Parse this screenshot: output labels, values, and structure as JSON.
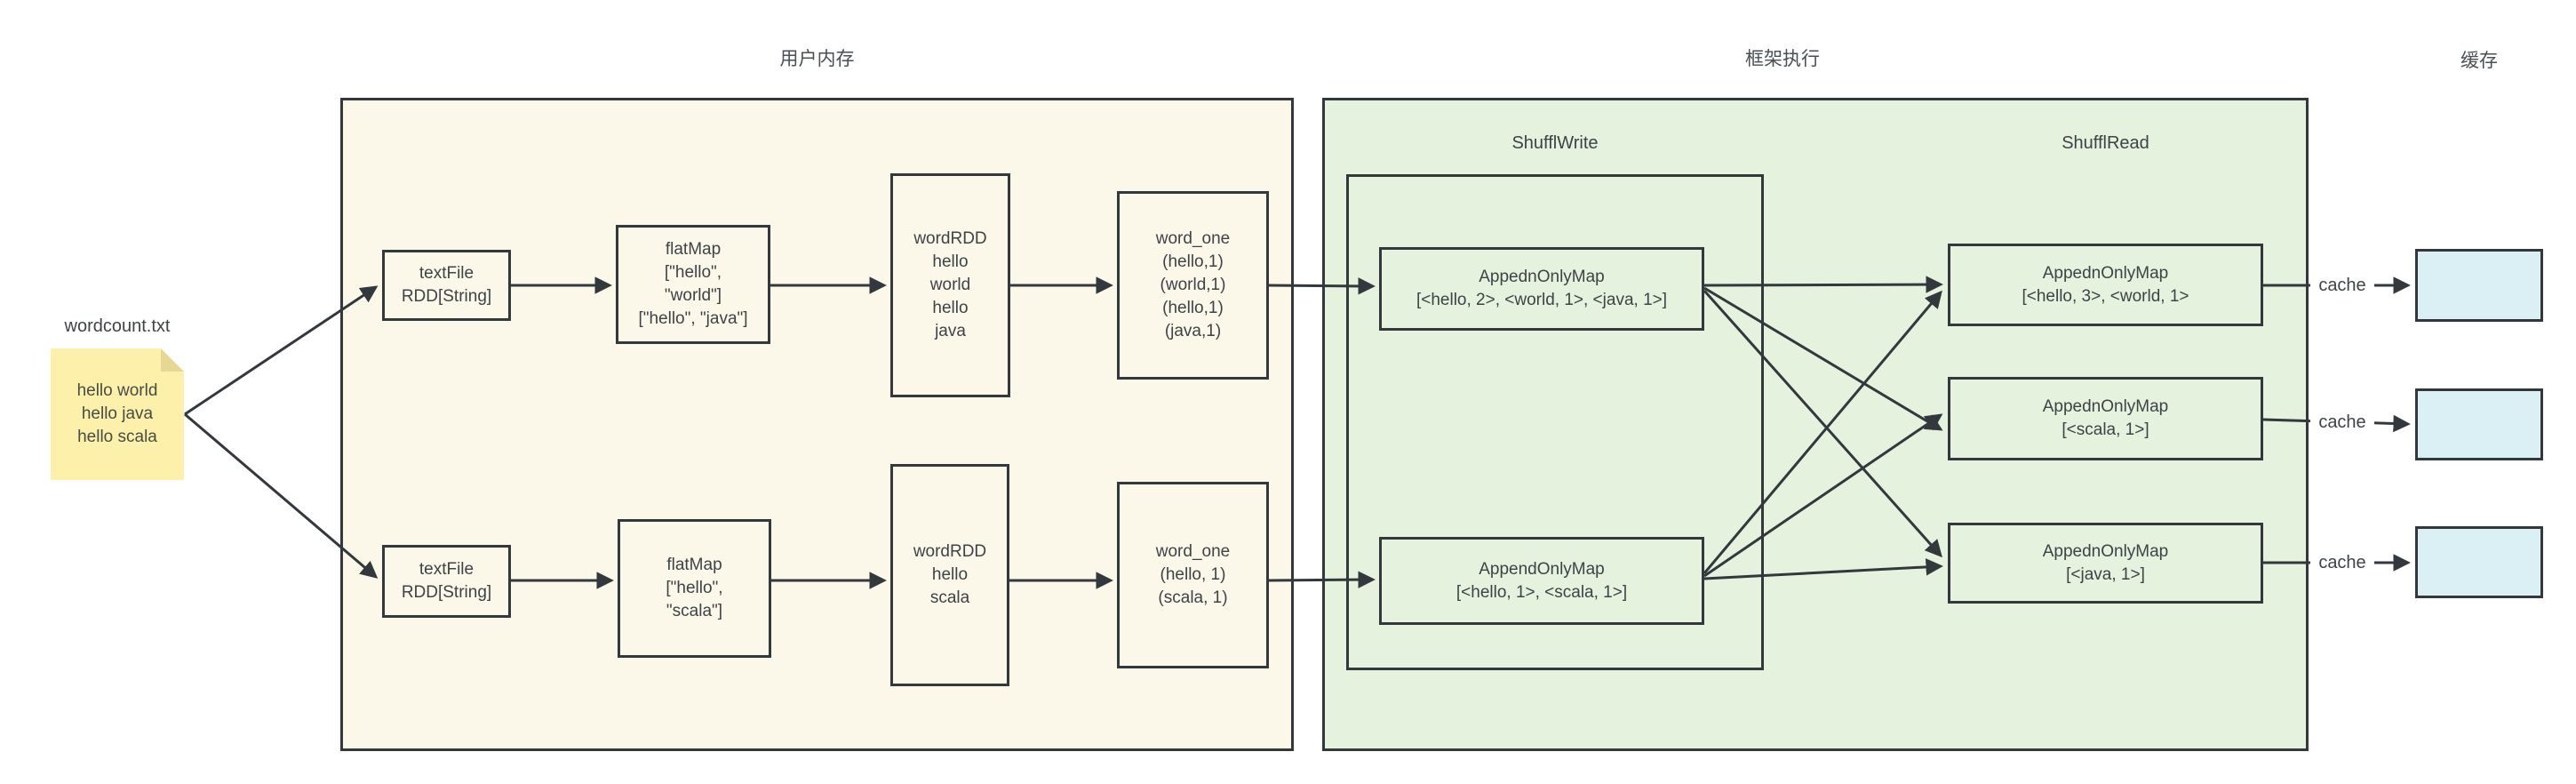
{
  "labels": {
    "user_memory": "用户内存",
    "framework": "框架执行",
    "cache_title": "缓存",
    "shuffle_write": "ShufflWrite",
    "shuffle_read": "ShufflRead",
    "cache": "cache"
  },
  "source_note": {
    "title": "wordcount.txt",
    "content": "hello world\nhello java\nhello scala"
  },
  "user_memory": {
    "partition1": {
      "textfile": "textFile\nRDD[String]",
      "flatmap": "flatMap\n[\"hello\",\n\"world\"]\n[\"hello\", \"java\"]",
      "wordrdd": "wordRDD\nhello\nworld\nhello\njava",
      "word_one": "word_one\n(hello,1)\n(world,1)\n(hello,1)\n(java,1)"
    },
    "partition2": {
      "textfile": "textFile\nRDD[String]",
      "flatmap": "flatMap\n[\"hello\",\n\"scala\"]",
      "wordrdd": "wordRDD\nhello\nscala",
      "word_one": "word_one\n(hello, 1)\n(scala, 1)"
    }
  },
  "shuffle_write": {
    "map1": "AppednOnlyMap\n[<hello, 2>, <world, 1>, <java, 1>]",
    "map2": "AppendOnlyMap\n[<hello, 1>, <scala, 1>]"
  },
  "shuffle_read": {
    "map1": "AppednOnlyMap\n[<hello, 3>, <world, 1>",
    "map2": "AppednOnlyMap\n[<scala, 1>]",
    "map3": "AppednOnlyMap\n[<java, 1>]"
  },
  "colors": {
    "user_memory_fill": "#fbf7e9",
    "framework_fill": "#e4f2de",
    "cache_fill": "#daf0f4",
    "note_fill": "#fcf0ab",
    "line": "#33383d"
  }
}
